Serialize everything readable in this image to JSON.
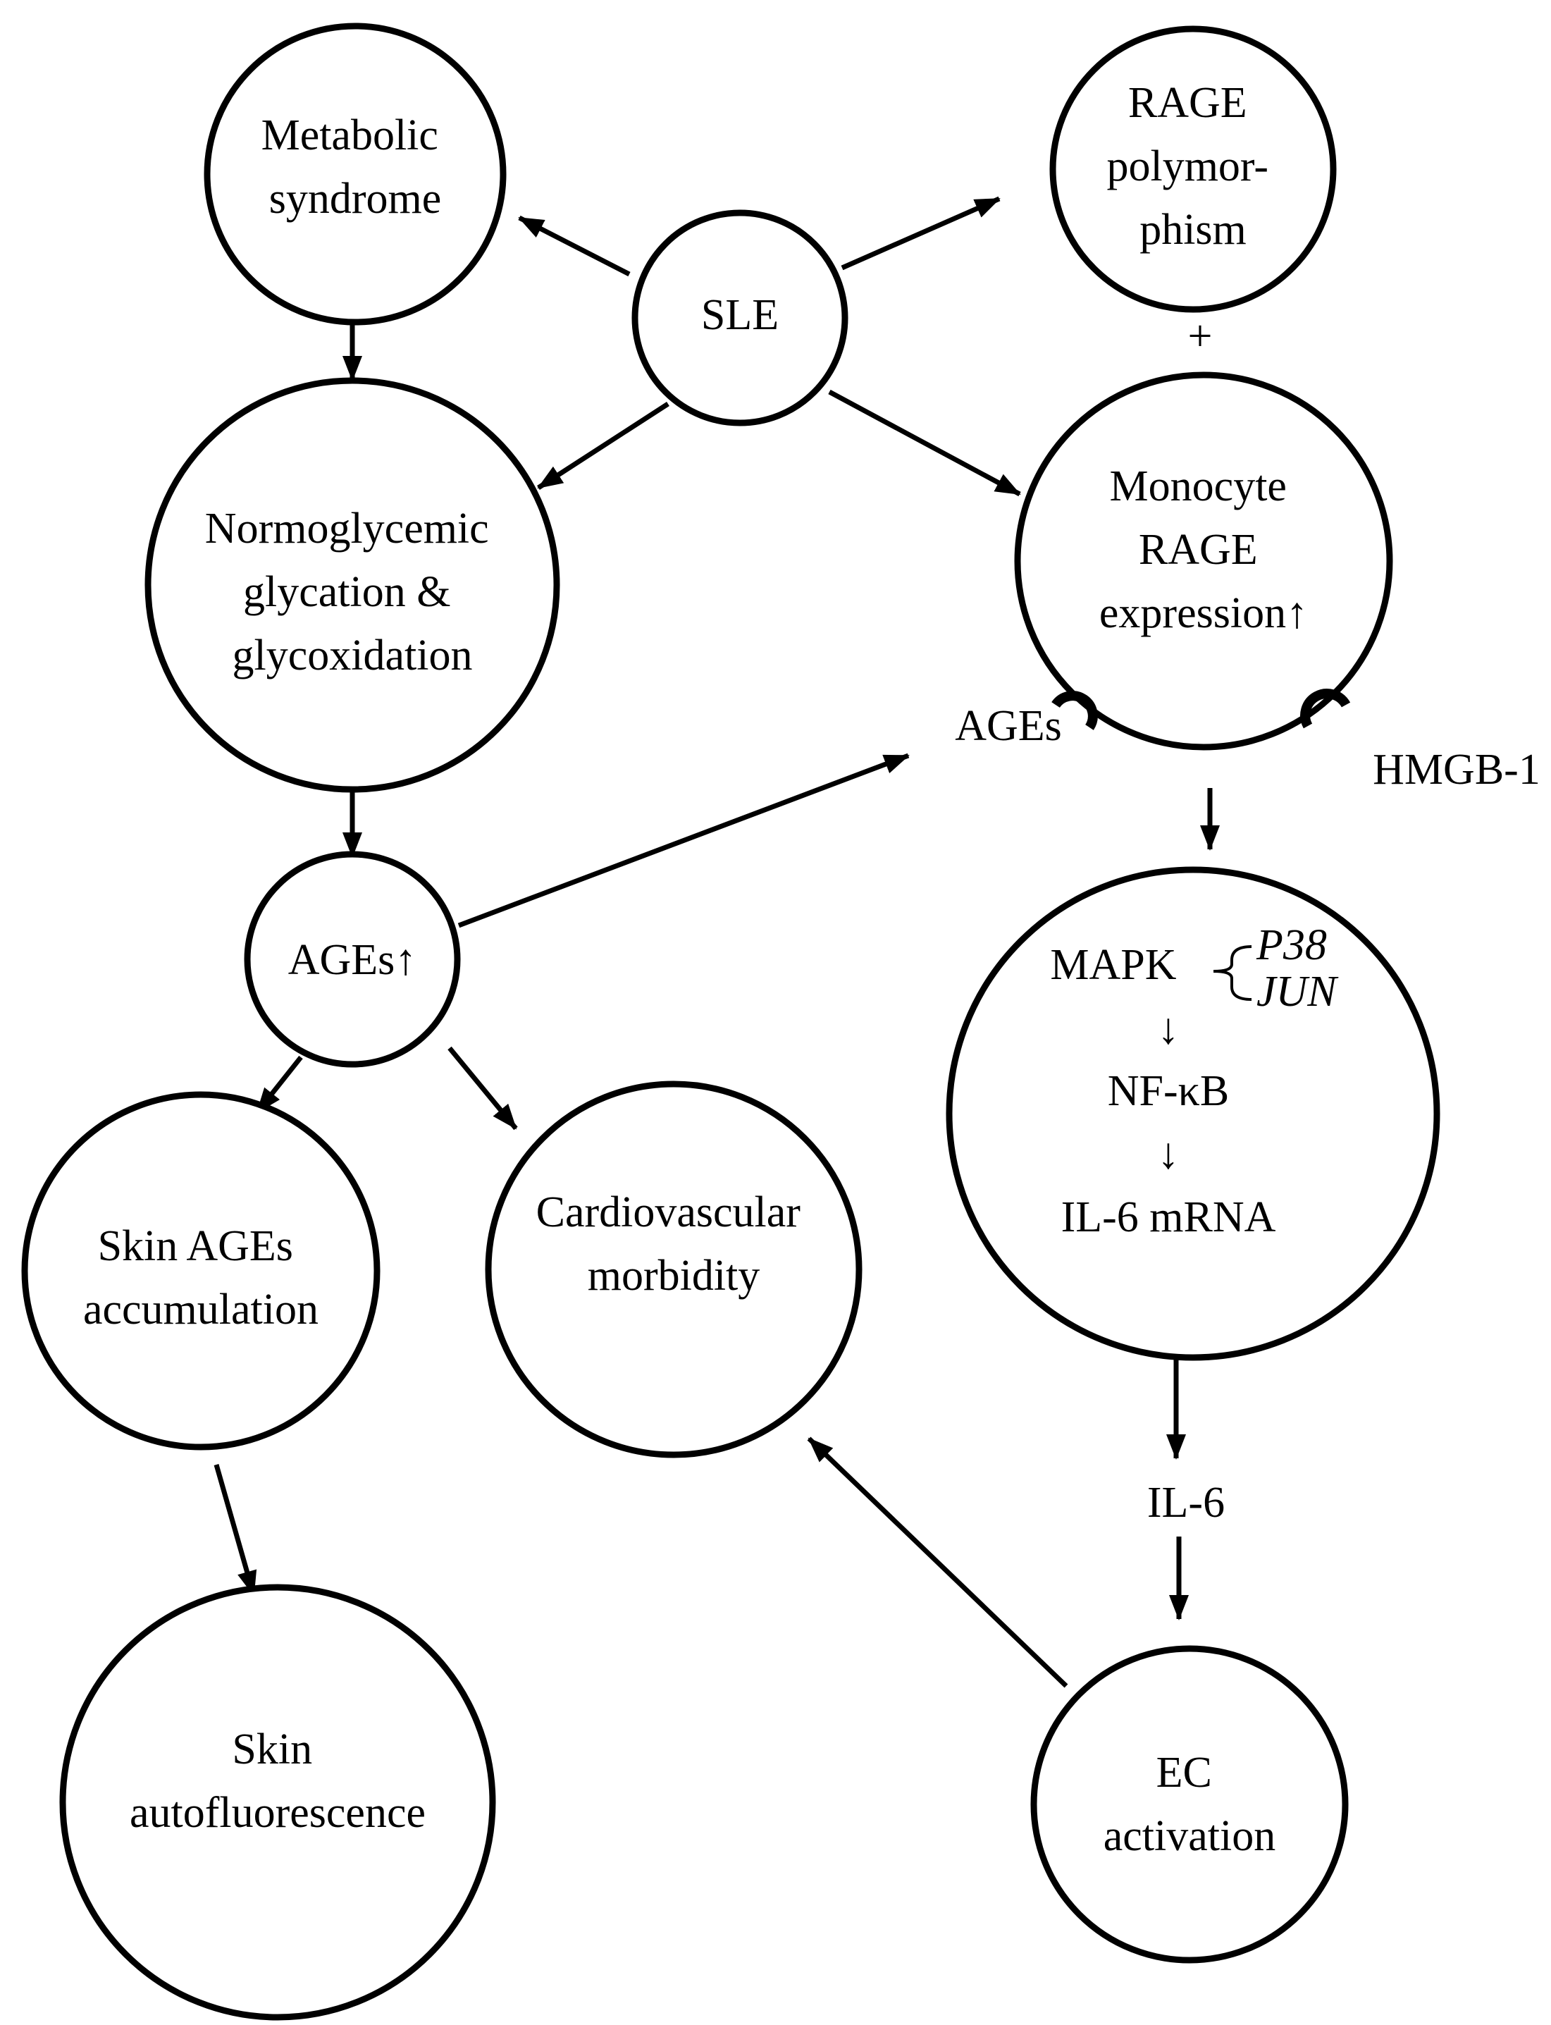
{
  "nodes": {
    "sle": [
      "SLE"
    ],
    "metabolic": [
      "Metabolic",
      "syndrome"
    ],
    "rage_poly": [
      "RAGE",
      "polymor-",
      "phism"
    ],
    "normoglycemic": [
      "Normoglycemic",
      "glycation &",
      "glycoxidation"
    ],
    "monocyte": [
      "Monocyte",
      "RAGE",
      "expression↑"
    ],
    "ages_up": [
      "AGEs↑"
    ],
    "skin_ages": [
      "Skin AGEs",
      "accumulation"
    ],
    "cardio": [
      "Cardiovascular",
      "morbidity"
    ],
    "mapk_cascade": {
      "mapk": "MAPK",
      "branch1": "P38",
      "branch2": "JUN",
      "down1": "↓",
      "nfkb": "NF-κB",
      "down2": "↓",
      "il6_mrna": "IL-6 mRNA"
    },
    "skin_auto": [
      "Skin",
      "autofluorescence"
    ],
    "ec": [
      "EC",
      "activation"
    ]
  },
  "labels": {
    "plus": "+",
    "ages_ligand": "AGEs",
    "hmgb1": "HMGB-1",
    "il6": "IL-6"
  }
}
